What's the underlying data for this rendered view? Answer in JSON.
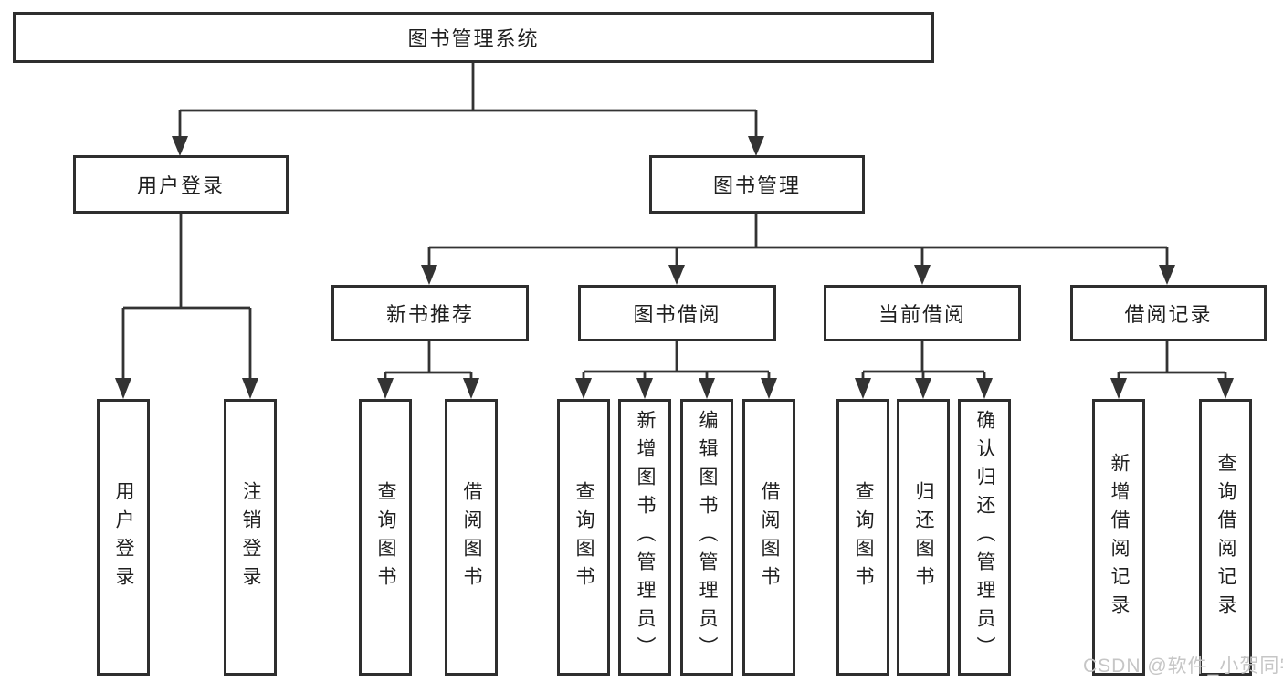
{
  "diagram": {
    "root": {
      "label": "图书管理系统"
    },
    "user_branch": {
      "label": "用户登录",
      "children": [
        {
          "label": "用户登录"
        },
        {
          "label": "注销登录"
        }
      ]
    },
    "mgmt_branch": {
      "label": "图书管理",
      "children": [
        {
          "label": "新书推荐",
          "children": [
            {
              "label": "查询图书"
            },
            {
              "label": "借阅图书"
            }
          ]
        },
        {
          "label": "图书借阅",
          "children": [
            {
              "label": "查询图书"
            },
            {
              "label": "新增图书（管理员）"
            },
            {
              "label": "编辑图书（管理员）"
            },
            {
              "label": "借阅图书"
            }
          ]
        },
        {
          "label": "当前借阅",
          "children": [
            {
              "label": "查询图书"
            },
            {
              "label": "归还图书"
            },
            {
              "label": "确认归还（管理员）"
            }
          ]
        },
        {
          "label": "借阅记录",
          "children": [
            {
              "label": "新增借阅记录"
            },
            {
              "label": "查询借阅记录"
            }
          ]
        }
      ]
    },
    "watermark": "CSDN @软件_小贺同学",
    "colors": {
      "line": "#333333",
      "box_border": "#2e2e2e",
      "box_fill": "#ffffff",
      "text": "#1f1f1f",
      "watermark": "#c6c6c6",
      "background": "#ffffff"
    }
  }
}
